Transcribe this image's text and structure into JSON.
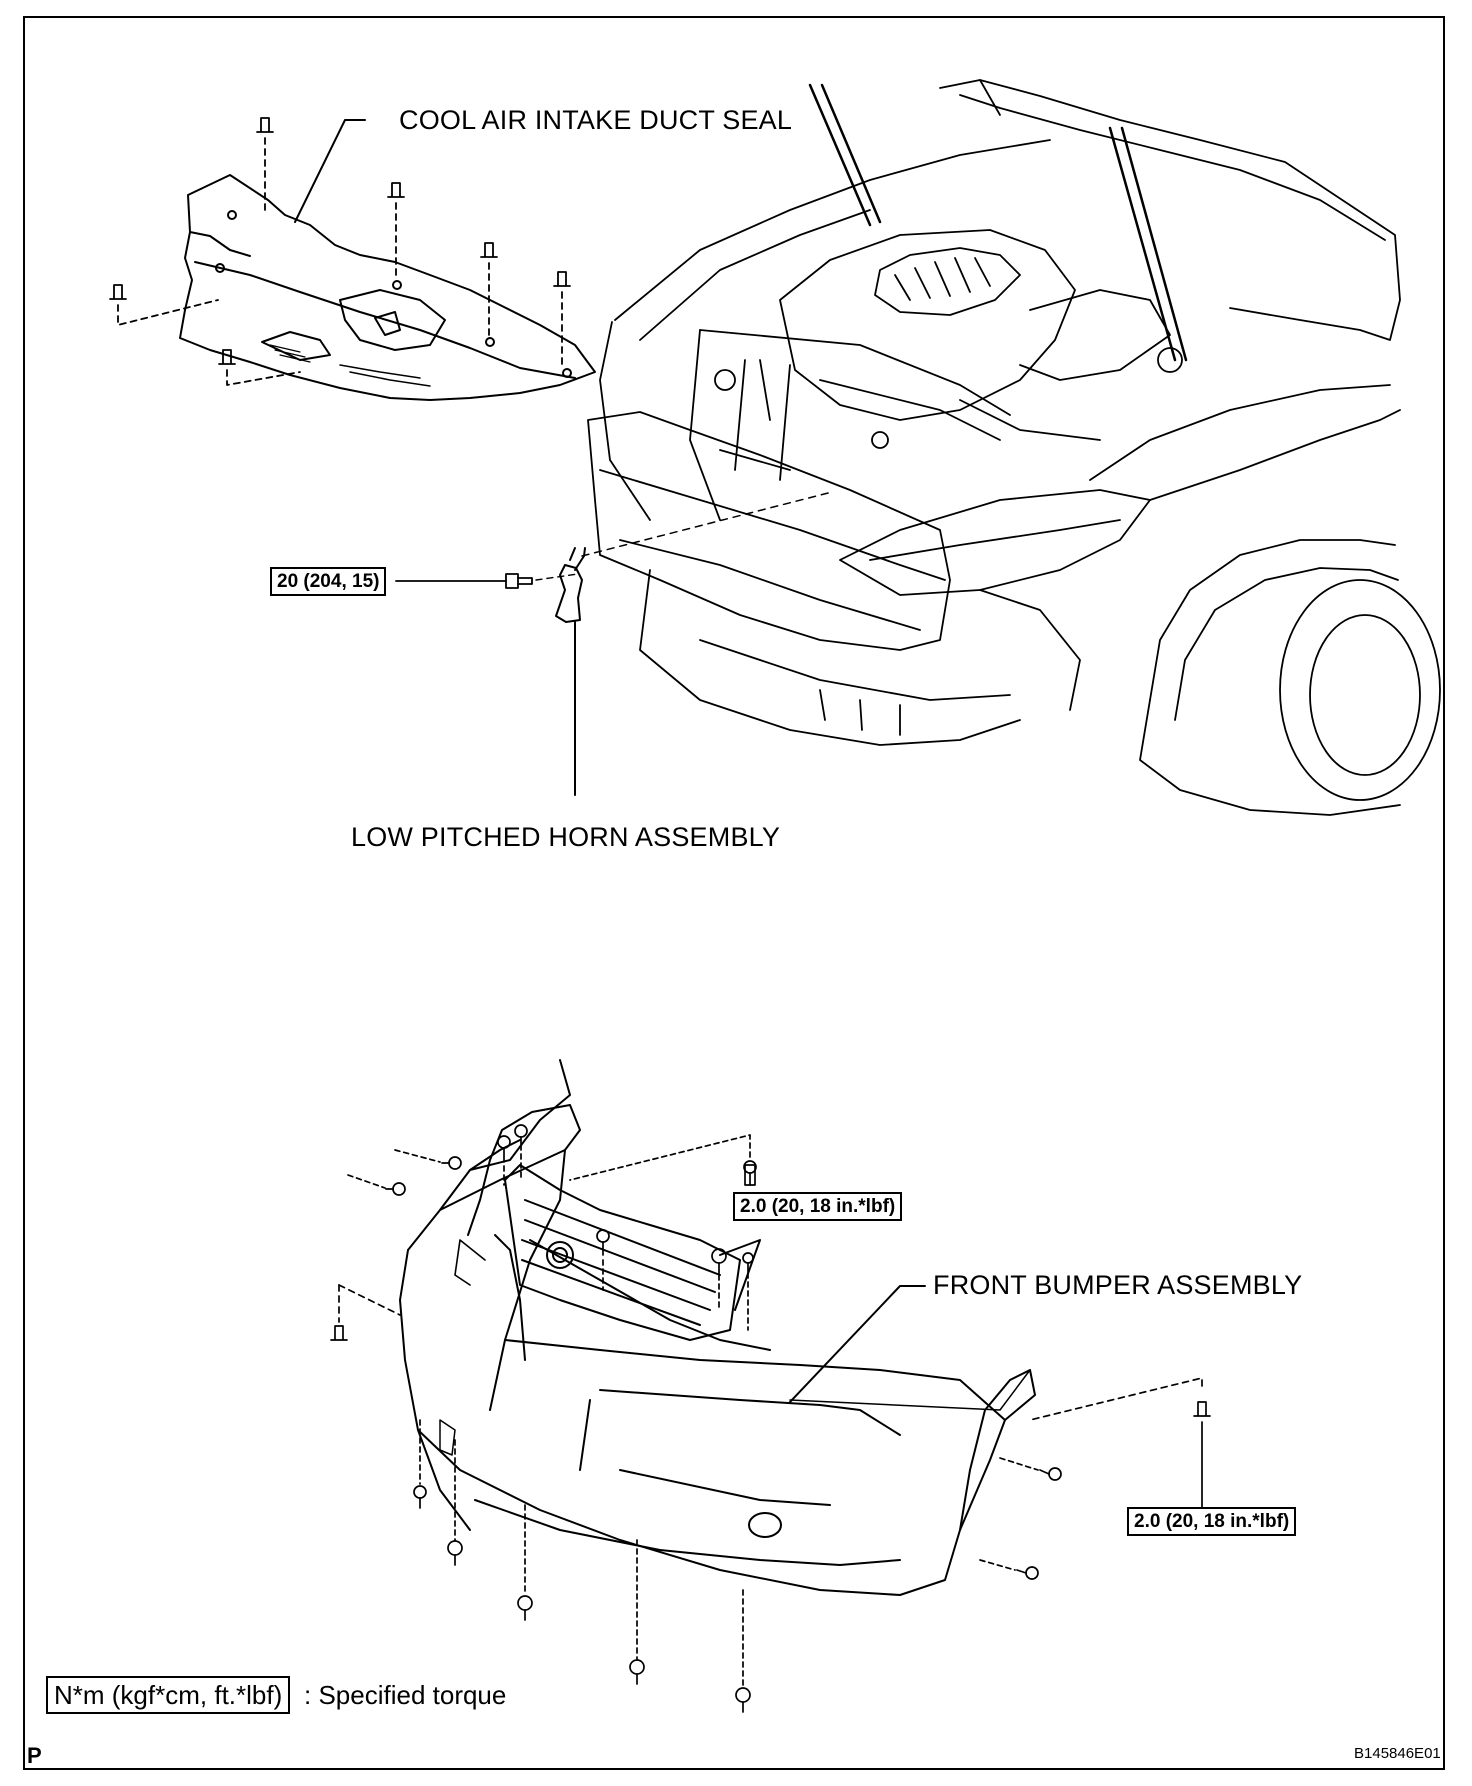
{
  "labels": {
    "cool_air_intake_duct_seal": "COOL AIR INTAKE DUCT SEAL",
    "low_pitched_horn_assembly": "LOW PITCHED HORN ASSEMBLY",
    "front_bumper_assembly": "FRONT BUMPER ASSEMBLY"
  },
  "torque_specs": {
    "horn_bolt": "20 (204, 15)",
    "bumper_upper_clip": "2.0 (20, 18 in.*lbf)",
    "bumper_side_clip": "2.0 (20, 18 in.*lbf)"
  },
  "legend": {
    "unit_box": "N*m (kgf*cm, ft.*lbf)",
    "description": ": Specified torque"
  },
  "footer": {
    "page_mark": "P",
    "figure_code": "B145846E01"
  },
  "colors": {
    "line": "#000000",
    "background": "#ffffff"
  }
}
